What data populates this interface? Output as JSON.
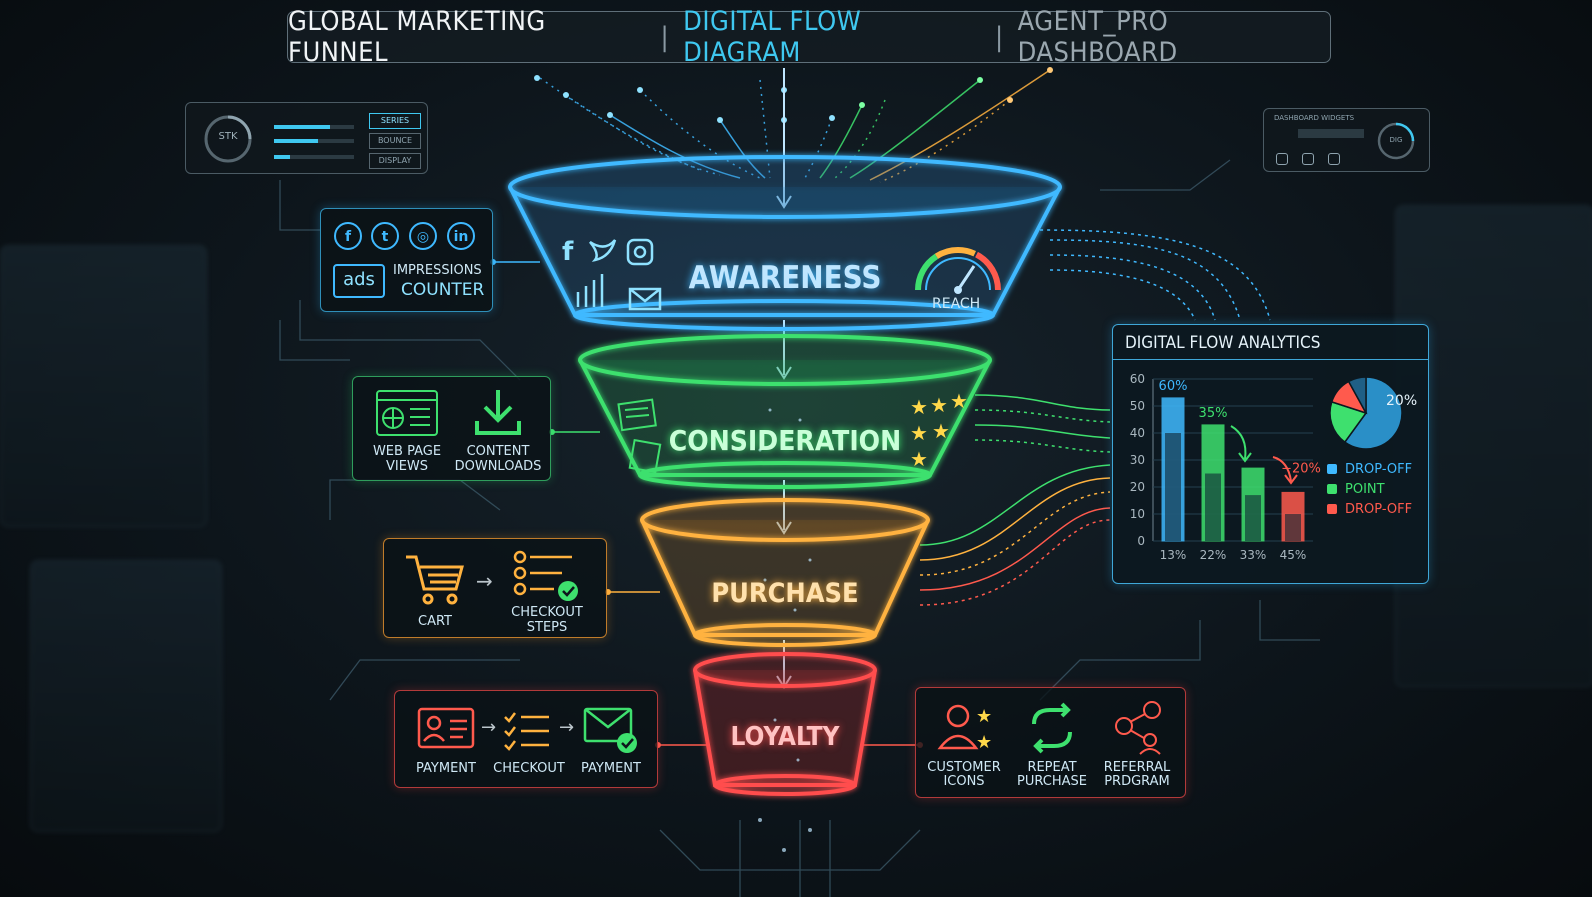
{
  "title": {
    "part1": "GLOBAL MARKETING FUNNEL",
    "part2": "DIGITAL FLOW DIAGRAM",
    "part3": "AGENT_PRO DASHBOARD",
    "separator": "|"
  },
  "stages": {
    "awareness": {
      "label": "AWARENESS",
      "color": "#3fb9ff",
      "gauge_label": "REACH"
    },
    "consideration": {
      "label": "CONSIDERATION",
      "color": "#3ee06e"
    },
    "purchase": {
      "label": "PURCHASE",
      "color": "#ffb23f"
    },
    "loyalty": {
      "label": "LOYALTY",
      "color": "#ff4d4d"
    }
  },
  "awareness_box": {
    "ads_label": "ads",
    "impressions": "IMPRESSIONS",
    "counter": "COUNTER"
  },
  "consideration_box": {
    "web_views_line1": "WEB PAGE",
    "web_views_line2": "VIEWS",
    "downloads_line1": "CONTENT",
    "downloads_line2": "DOWNLOADS"
  },
  "purchase_box": {
    "cart": "CART",
    "checkout_line1": "CHECKOUT",
    "checkout_line2": "STEPS"
  },
  "loyalty_left_box": {
    "payment1": "PAYMENT",
    "checkout": "CHECKOUT",
    "payment2": "PAYMENT"
  },
  "loyalty_right_box": {
    "customer_line1": "CUSTOMER",
    "customer_line2": "ICONS",
    "repeat_line1": "REPEAT",
    "repeat_line2": "PURCHASE",
    "referral_line1": "REFERRAL",
    "referral_line2": "PRDGRAM"
  },
  "widgets": {
    "left_dial": "STK",
    "left_buttons": [
      "SERIES",
      "BOUNCE",
      "DISPLAY"
    ],
    "right_header": "DASHBOARD WIDGETS",
    "right_dial": "DIG"
  },
  "chart_data": {
    "type": "bar",
    "title": "DIGITAL FLOW ANALYTICS",
    "categories": [
      "13%",
      "22%",
      "33%",
      "45%"
    ],
    "series": [
      {
        "values": [
          53,
          43,
          27,
          18
        ],
        "color": "#3fb9ff"
      }
    ],
    "inner_values": [
      40,
      25,
      17,
      10
    ],
    "bar_colors": [
      "#3fb9ff",
      "#3ee06e",
      "#3ee06e",
      "#ff5a4d"
    ],
    "data_labels": [
      "60%",
      "35%",
      "",
      "−20%"
    ],
    "yticks": [
      0,
      10,
      20,
      30,
      40,
      50,
      60
    ],
    "ylim": [
      0,
      60
    ],
    "pie": {
      "label": "20%",
      "slices": [
        60,
        20,
        12,
        8
      ],
      "colors": [
        "#2a8fc7",
        "#3ee06e",
        "#ff5a4d",
        "#1f5f86"
      ]
    },
    "legend": [
      {
        "label": "DROP-OFF",
        "color": "#3fb9ff"
      },
      {
        "label": "POINT",
        "color": "#3ee06e"
      },
      {
        "label": "DROP-OFF",
        "color": "#ff5a4d"
      }
    ]
  }
}
